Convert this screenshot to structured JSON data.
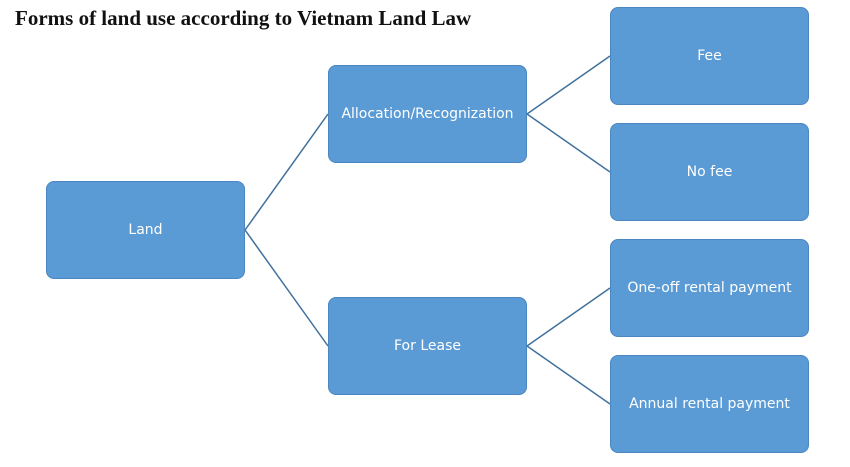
{
  "title": "Forms of land use according to Vietnam Land Law",
  "colors": {
    "box_fill": "#5b9bd5",
    "line": "#41719c",
    "text": "#ffffff"
  },
  "nodes": {
    "land": "Land",
    "allocation": "Allocation/Recognization",
    "lease": "For Lease",
    "fee": "Fee",
    "no_fee": "No fee",
    "one_off": "One-off rental payment",
    "annual": "Annual rental payment"
  },
  "edges": [
    [
      "land",
      "allocation"
    ],
    [
      "land",
      "lease"
    ],
    [
      "allocation",
      "fee"
    ],
    [
      "allocation",
      "no_fee"
    ],
    [
      "lease",
      "one_off"
    ],
    [
      "lease",
      "annual"
    ]
  ]
}
